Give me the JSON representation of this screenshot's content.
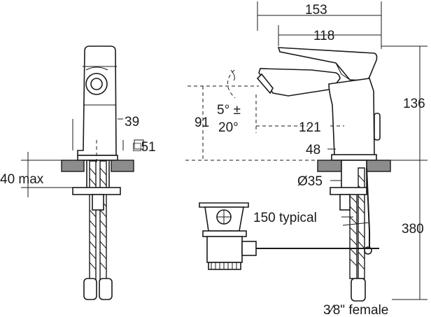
{
  "labels": {
    "height_left": "39",
    "base_square": "□51",
    "deck_thickness": "40 max",
    "overall_width": "153",
    "spout_reach": "118",
    "overall_height": "136",
    "angle_main": "5° ±",
    "angle_tolerance": "20°",
    "spout_height": "91",
    "spout_length": "121",
    "body_height": "48",
    "hole_diameter": "Ø35",
    "rod_length": "150 typical",
    "hose_length": "380",
    "connection": "3⁄8\" female"
  },
  "colors": {
    "line": "#1a1a1a",
    "deck": "#8c8c8c",
    "background": "#ffffff"
  }
}
